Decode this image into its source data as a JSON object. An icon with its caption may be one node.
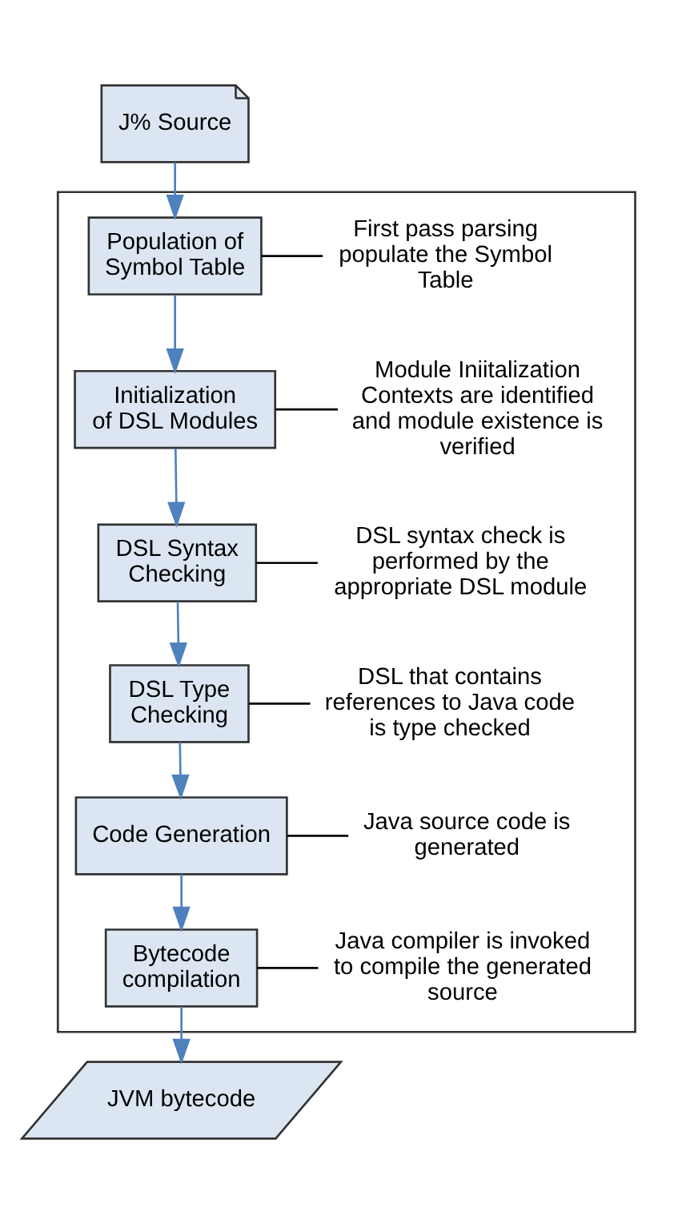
{
  "diagram": {
    "nodes": [
      {
        "text": [
          "J% Source"
        ]
      },
      {
        "text": [],
        "shape": "box"
      },
      {
        "text": [
          "Population of Symbol Table"
        ],
        "in": 1
      },
      {
        "text": [
          "First pass parsing populate the Symbol Table"
        ],
        "in": 1
      },
      {
        "text": [
          "Initialization of DSL Modules"
        ],
        "in": 1
      },
      {
        "text": [
          "Module Iniitalization Contexts are identified and module existence is verified"
        ],
        "in": 1
      },
      {
        "text": [
          "DSL Syntax Checking"
        ],
        "in": 1
      },
      {
        "text": [
          "DSL syntax check is performed by the appropriate DSL module"
        ],
        "in": 1
      },
      {
        "text": [
          "DSL Type Checking"
        ],
        "in": 1
      },
      {
        "text": [
          "DSL that contains references to Java code is type checked"
        ],
        "in": 1
      },
      {
        "text": [
          "Code Generation"
        ],
        "in": 1
      },
      {
        "text": [
          "Java source code is generated"
        ],
        "in": 1
      },
      {
        "text": [
          "Bytecode compilation"
        ],
        "in": 1
      },
      {
        "text": [
          "Java compiler is invoked to compile the generated source"
        ],
        "in": 1
      },
      {
        "text": [
          "JVM bytecode"
        ]
      }
    ],
    "edges": [
      {
        "from": 0,
        "to": 2,
        "arrow": "to"
      },
      {
        "from": 3,
        "to": 2,
        "arrow": "none",
        "color": "#000000"
      },
      {
        "from": 2,
        "to": 4,
        "arrow": "to"
      },
      {
        "from": 5,
        "to": 4,
        "arrow": "none",
        "color": "#000000"
      },
      {
        "from": 4,
        "to": 6,
        "arrow": "to"
      },
      {
        "from": 7,
        "to": 6,
        "arrow": "none",
        "color": "#000000"
      },
      {
        "from": 6,
        "to": 8,
        "arrow": "to"
      },
      {
        "from": 9,
        "to": 8,
        "arrow": "none",
        "color": "#000000"
      },
      {
        "from": 8,
        "to": 10,
        "arrow": "to"
      },
      {
        "from": 11,
        "to": 10,
        "arrow": "none",
        "color": "#000000"
      },
      {
        "from": 10,
        "to": 12,
        "arrow": "to"
      },
      {
        "from": 13,
        "to": 12,
        "arrow": "none",
        "color": "#000000"
      },
      {
        "from": 12,
        "to": 14,
        "arrow": "to"
      }
    ]
  }
}
